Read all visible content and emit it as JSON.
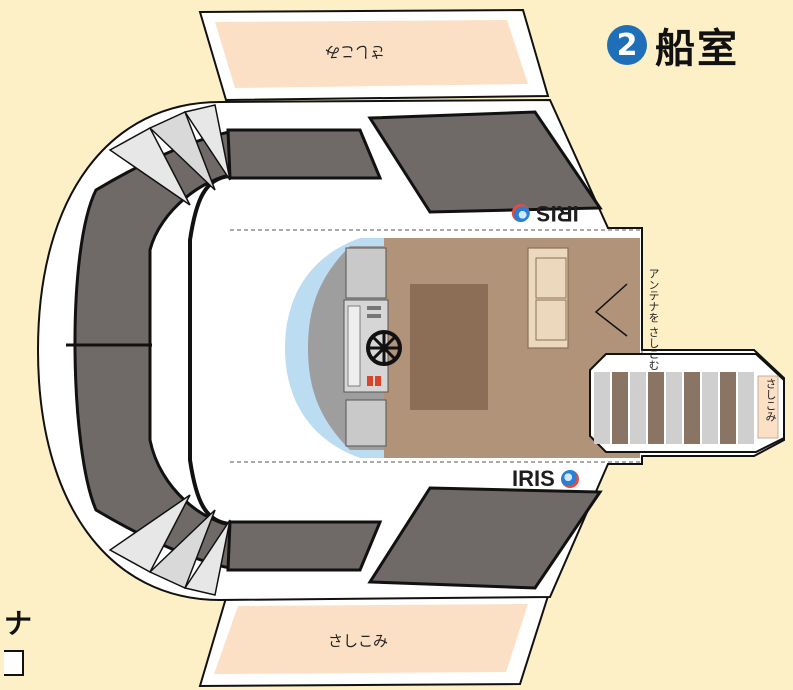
{
  "title": {
    "number": "2",
    "text": "船室"
  },
  "labels": {
    "insert_top": "さしこみ",
    "insert_bottom": "さしこみ",
    "insert_side": "さしこみ",
    "antenna": "アンテナを さしこむ"
  },
  "brand": {
    "top": "IRIS",
    "bottom": "IRIS"
  },
  "edge_text": "ナ",
  "colors": {
    "background": "#fdf0c7",
    "tab": "#fbe0c6",
    "seat": "#6f6968",
    "floor": "#b09379",
    "window": "#bcdcf2",
    "logo_blue": "#2a7fd4",
    "logo_red": "#e64b3c",
    "badge": "#1f6fb8"
  }
}
